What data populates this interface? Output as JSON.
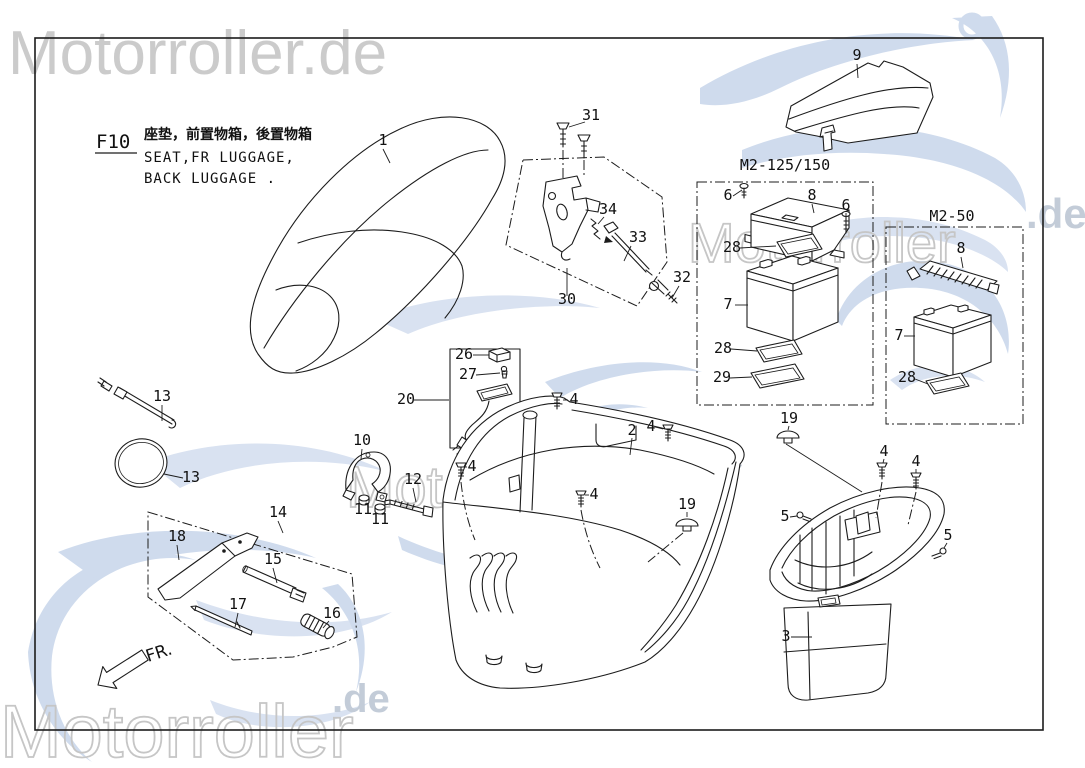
{
  "page": {
    "background": "#ffffff",
    "border_color": "#1c1c1c"
  },
  "colors": {
    "line": "#1c1c1c",
    "watermark_gray": "#cbcbcb",
    "watermark_blue": "#cfdbed",
    "watermark_tld": "#c3ccd8"
  },
  "watermark": {
    "full": "Motorroller.de",
    "brand": "Motorroller",
    "tld": ".de"
  },
  "header": {
    "figure_code": "F10",
    "title_zh": "座垫，前置物箱，後置物箱",
    "title_en_line1": "SEAT,FR LUGGAGE,",
    "title_en_line2": "BACK LUGGAGE ."
  },
  "variants": {
    "box1_label": "M2-125/150",
    "box2_label": "M2-50"
  },
  "direction": {
    "label": "FR."
  },
  "callouts": [
    {
      "n": "1"
    },
    {
      "n": "9"
    },
    {
      "n": "31"
    },
    {
      "n": "34"
    },
    {
      "n": "33"
    },
    {
      "n": "32"
    },
    {
      "n": "30"
    },
    {
      "n": "6"
    },
    {
      "n": "8"
    },
    {
      "n": "6"
    },
    {
      "n": "28"
    },
    {
      "n": "7"
    },
    {
      "n": "28"
    },
    {
      "n": "29"
    },
    {
      "n": "8"
    },
    {
      "n": "7"
    },
    {
      "n": "28"
    },
    {
      "n": "13"
    },
    {
      "n": "13"
    },
    {
      "n": "20"
    },
    {
      "n": "26"
    },
    {
      "n": "27"
    },
    {
      "n": "10"
    },
    {
      "n": "12"
    },
    {
      "n": "11"
    },
    {
      "n": "11"
    },
    {
      "n": "14"
    },
    {
      "n": "18"
    },
    {
      "n": "15"
    },
    {
      "n": "17"
    },
    {
      "n": "16"
    },
    {
      "n": "2"
    },
    {
      "n": "4"
    },
    {
      "n": "4"
    },
    {
      "n": "4"
    },
    {
      "n": "4"
    },
    {
      "n": "19"
    },
    {
      "n": "19"
    },
    {
      "n": "4"
    },
    {
      "n": "4"
    },
    {
      "n": "5"
    },
    {
      "n": "5"
    },
    {
      "n": "3"
    }
  ]
}
